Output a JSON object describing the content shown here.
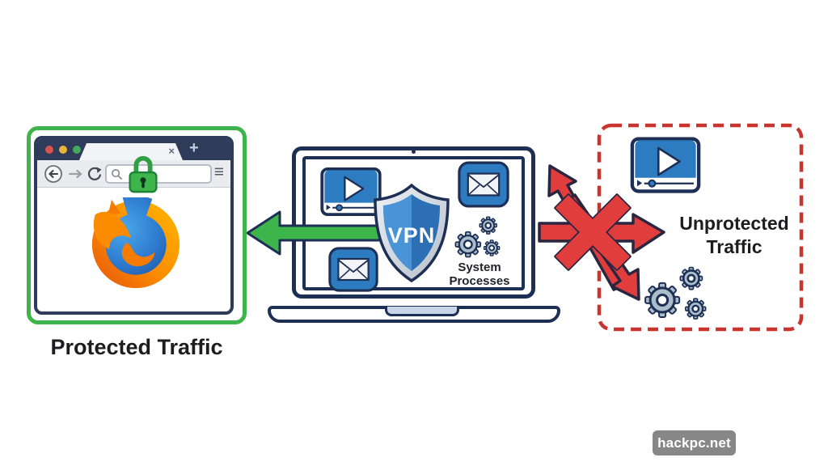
{
  "diagram": {
    "protected": {
      "label": "Protected Traffic"
    },
    "unprotected": {
      "label": "Unprotected Traffic"
    },
    "laptop": {
      "system_label": "System Processes",
      "vpn_label": "VPN"
    },
    "watermark": "hackpc.net"
  },
  "browser": {
    "tab_close_glyph": "×",
    "new_tab_glyph": "+",
    "menu_glyph": "≡"
  },
  "colors": {
    "protected_green": "#3db54a",
    "danger_red": "#e23d3d",
    "dashed_red": "#c9352e",
    "navy": "#1e2f55",
    "icon_blue": "#2d7cc1",
    "chrome_navy": "#2e3c59"
  }
}
